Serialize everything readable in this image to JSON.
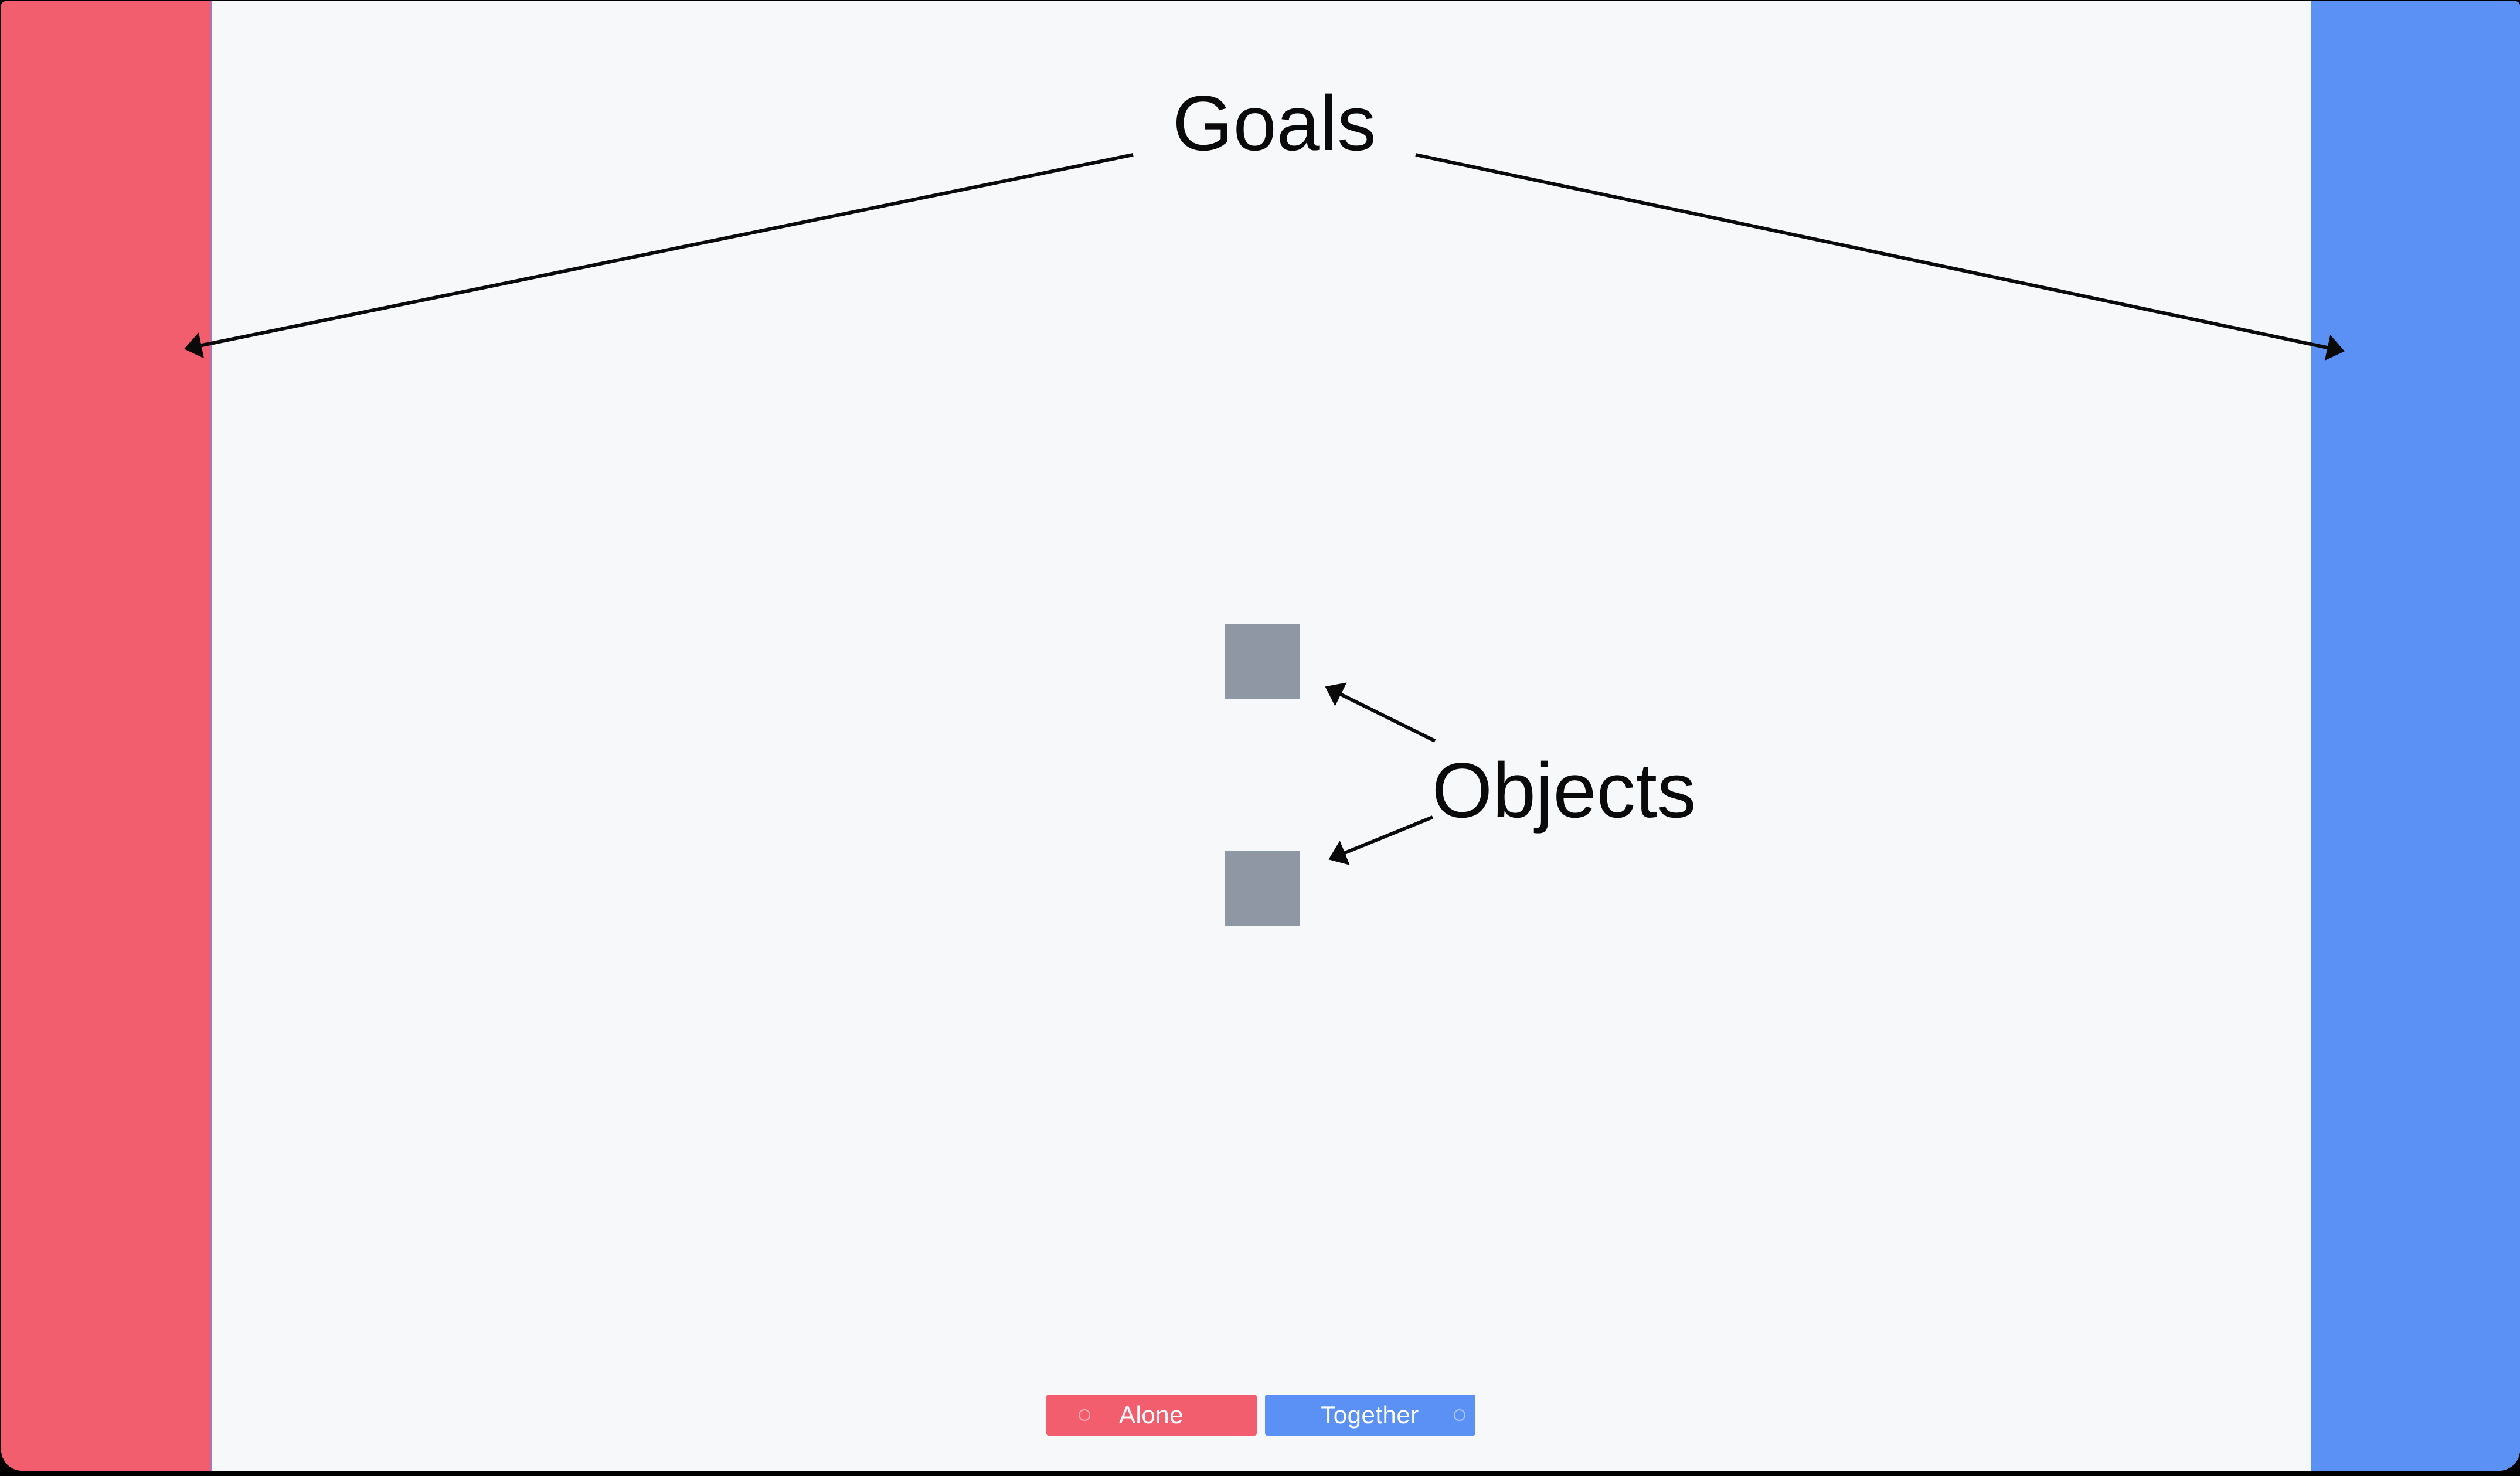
{
  "canvas": {
    "background": "#f7f8fa",
    "frame_color": "#000000"
  },
  "annotations": {
    "goals_label": "Goals",
    "objects_label": "Objects"
  },
  "goals": [
    {
      "side": "left",
      "color": "#f25e6d"
    },
    {
      "side": "right",
      "color": "#5b90f5"
    }
  ],
  "objects": {
    "count": 2,
    "color": "#9097a4"
  },
  "mode_buttons": [
    {
      "label": "Alone",
      "color": "#f25e6d",
      "text_color": "#ffffff"
    },
    {
      "label": "Together",
      "color": "#5b90f5",
      "text_color": "#ffffff"
    }
  ]
}
